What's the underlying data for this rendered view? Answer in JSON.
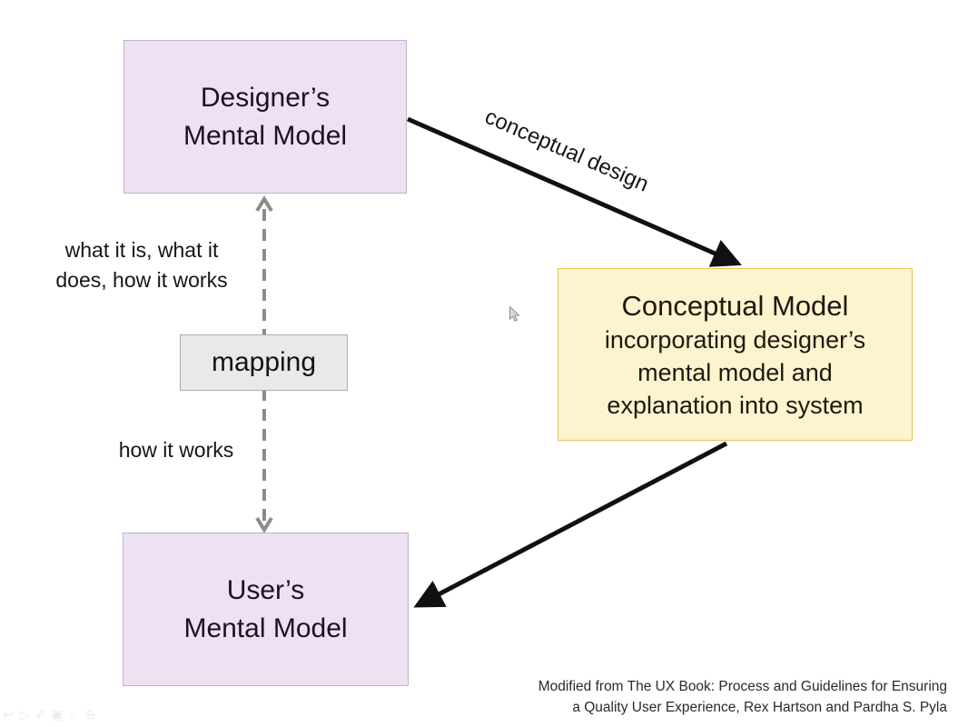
{
  "diagram": {
    "nodes": {
      "designer": {
        "label": "Designer’s\nMental Model"
      },
      "conceptual": {
        "title": "Conceptual Model",
        "body": "incorporating designer’s\nmental model and\nexplanation into system"
      },
      "user": {
        "label": "User’s\nMental Model"
      },
      "mapping": {
        "label": "mapping"
      }
    },
    "edges": {
      "conceptual_design_label": "conceptual design",
      "mapping_top_label": "what it is, what it\ndoes, how it works",
      "mapping_bottom_label": "how it works"
    },
    "colors": {
      "node_purple_fill": "#EDE2F1",
      "node_purple_border": "#C2AFCC",
      "node_yellow_fill": "#FDF3CF",
      "node_yellow_border": "#E6C45C",
      "node_gray_fill": "#E9E9E9",
      "node_gray_border": "#ADADAD",
      "arrow_black": "#111111",
      "dashed_gray": "#8C8C8C"
    }
  },
  "attribution": {
    "text": "Modified from The UX Book: Process and Guidelines for Ensuring\na Quality User Experience, Rex Hartson and Pardha S. Pyla"
  },
  "ghost_toolbar": {
    "icons": [
      {
        "name": "undo-icon",
        "glyph": "↩"
      },
      {
        "name": "play-icon",
        "glyph": "▷"
      },
      {
        "name": "pen-icon",
        "glyph": "✐"
      },
      {
        "name": "camera-icon",
        "glyph": "▣"
      },
      {
        "name": "zoom-icon",
        "glyph": "⌕"
      },
      {
        "name": "minus-icon",
        "glyph": "⊖"
      }
    ]
  }
}
